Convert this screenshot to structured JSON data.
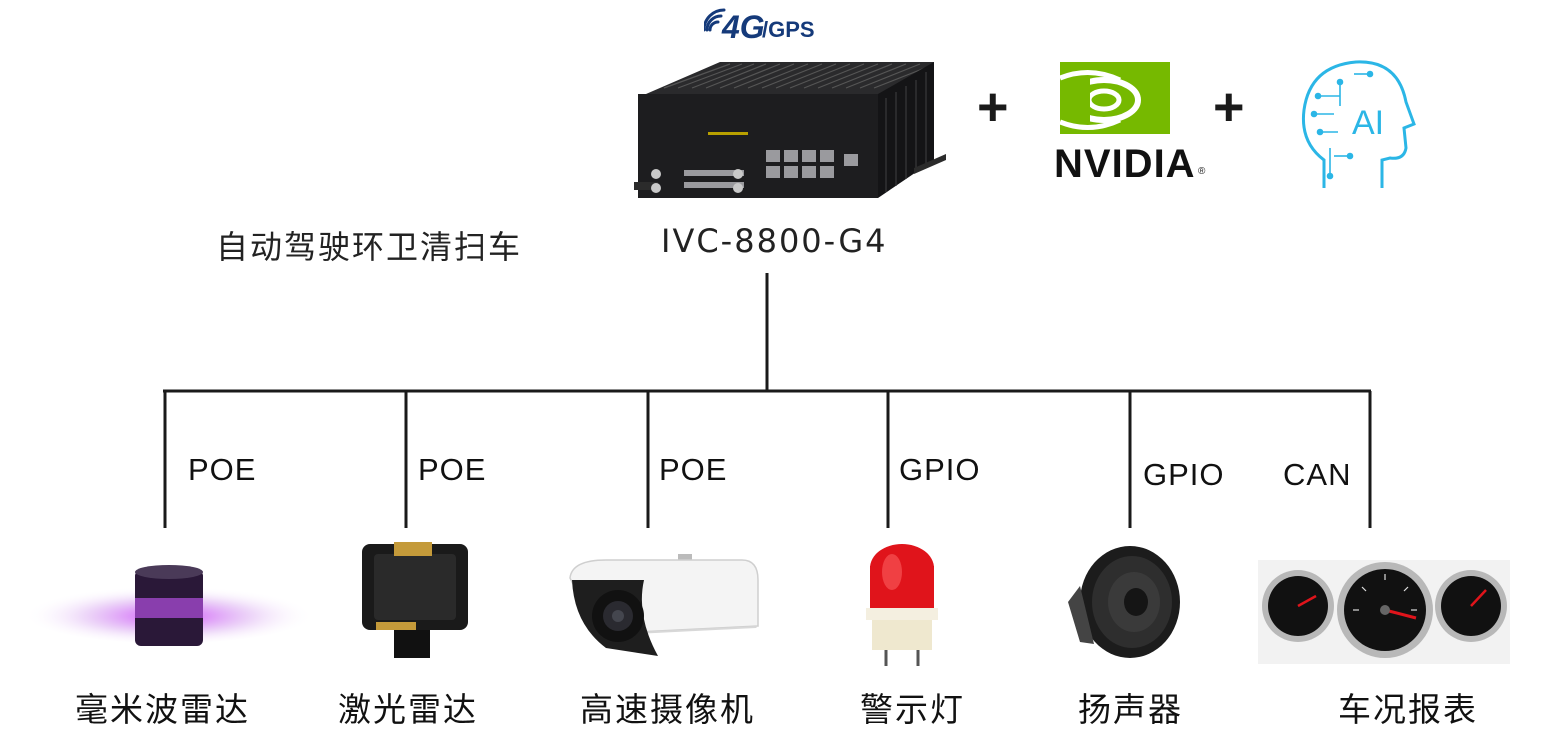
{
  "header": {
    "badge_4g": "4G",
    "badge_gps": "/GPS",
    "plus_1": "+",
    "plus_2": "+",
    "nvidia_wordmark": "NVIDIA",
    "ai_label": "AI"
  },
  "labels": {
    "application": "自动驾驶环卫清扫车",
    "model": "IVC-8800-G4"
  },
  "devices": [
    {
      "name": "毫米波雷达",
      "connection": "POE"
    },
    {
      "name": "激光雷达",
      "connection": "POE"
    },
    {
      "name": "高速摄像机",
      "connection": "POE"
    },
    {
      "name": "警示灯",
      "connection": "GPIO"
    },
    {
      "name": "扬声器",
      "connection": "GPIO"
    },
    {
      "name": "车况报表",
      "connection": "CAN"
    }
  ],
  "colors": {
    "line": "#1a1a1a",
    "nvidia_green": "#76b900",
    "badge_blue": "#153a7a",
    "ai_cyan": "#2bb6e6",
    "warning_red": "#e0141b"
  },
  "icons": [
    "signal-icon",
    "computer-icon",
    "nvidia-logo-icon",
    "ai-head-icon",
    "radar-icon",
    "lidar-icon",
    "camera-icon",
    "warning-light-icon",
    "speaker-icon",
    "gauges-icon"
  ]
}
